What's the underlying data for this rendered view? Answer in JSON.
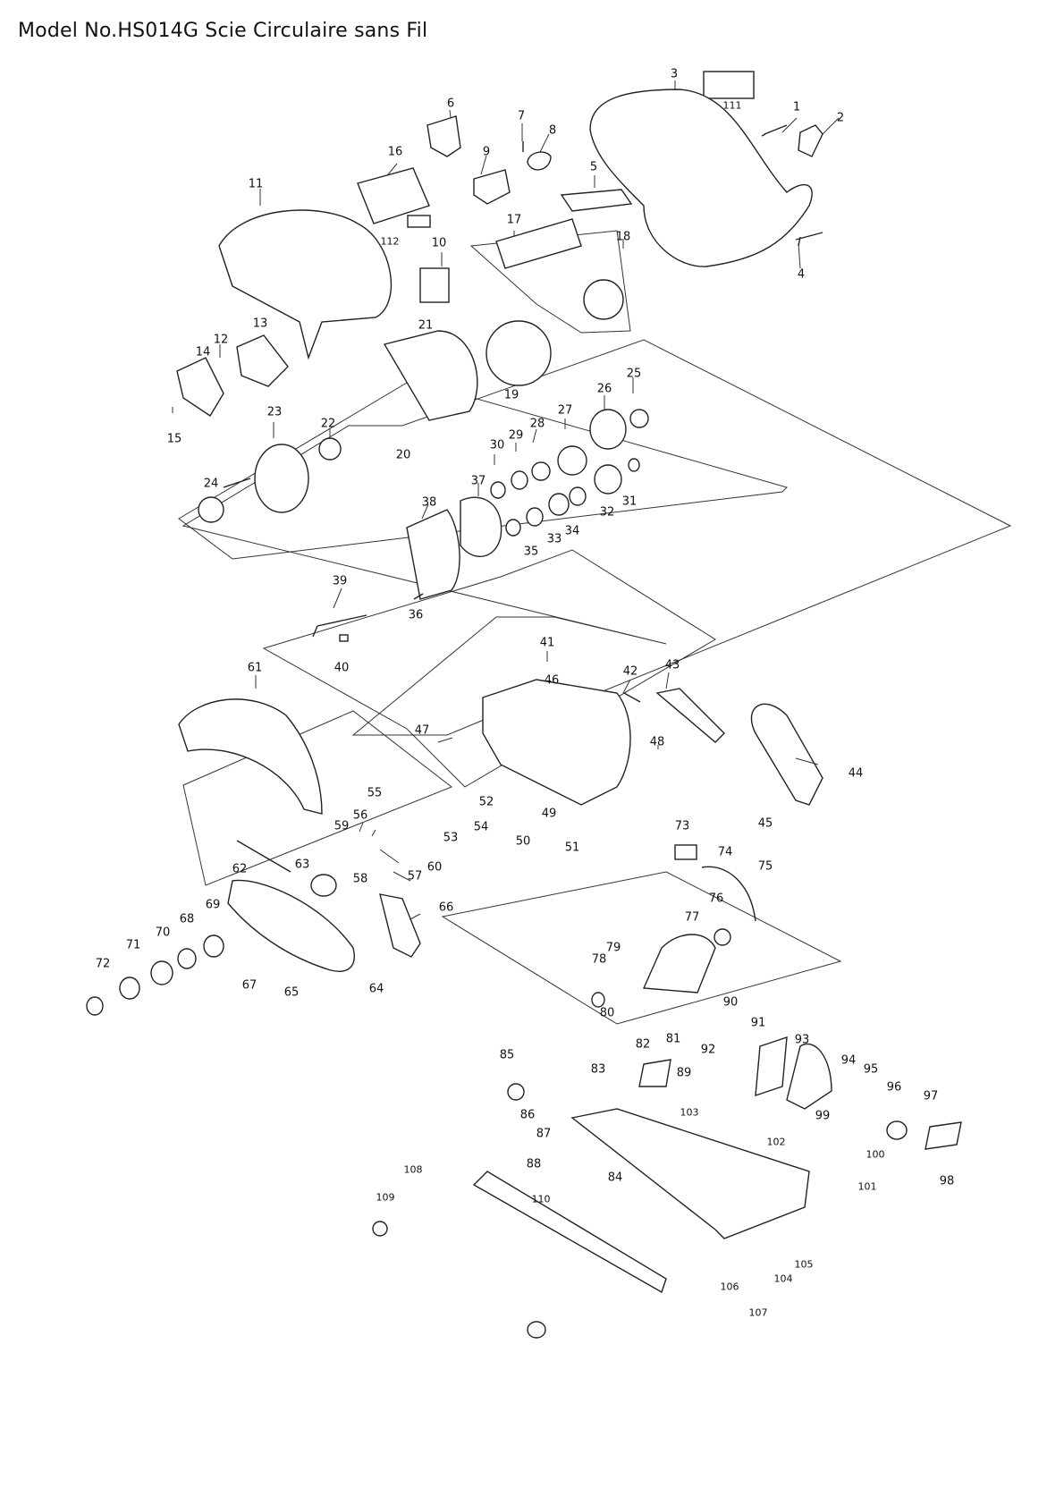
{
  "title": "Model No.HS014G Scie Circulaire sans Fil",
  "parts": [
    "1",
    "2",
    "3",
    "4",
    "5",
    "6",
    "7",
    "8",
    "9",
    "10",
    "11",
    "12",
    "13",
    "14",
    "15",
    "16",
    "17",
    "18",
    "19",
    "20",
    "21",
    "22",
    "23",
    "24",
    "25",
    "26",
    "27",
    "28",
    "29",
    "30",
    "31",
    "32",
    "33",
    "34",
    "35",
    "36",
    "37",
    "38",
    "39",
    "40",
    "41",
    "42",
    "43",
    "44",
    "45",
    "46",
    "47",
    "48",
    "49",
    "50",
    "51",
    "52",
    "53",
    "54",
    "55",
    "56",
    "57",
    "58",
    "59",
    "60",
    "61",
    "62",
    "63",
    "64",
    "65",
    "66",
    "67",
    "68",
    "69",
    "70",
    "71",
    "72",
    "73",
    "74",
    "75",
    "76",
    "77",
    "78",
    "79",
    "80",
    "81",
    "82",
    "83",
    "84",
    "85",
    "86",
    "87",
    "88",
    "89",
    "90",
    "91",
    "92",
    "93",
    "94",
    "95",
    "96",
    "97",
    "98",
    "99",
    "100",
    "101",
    "102",
    "103",
    "104",
    "105",
    "106",
    "107",
    "108",
    "109",
    "110",
    "111",
    "112"
  ]
}
